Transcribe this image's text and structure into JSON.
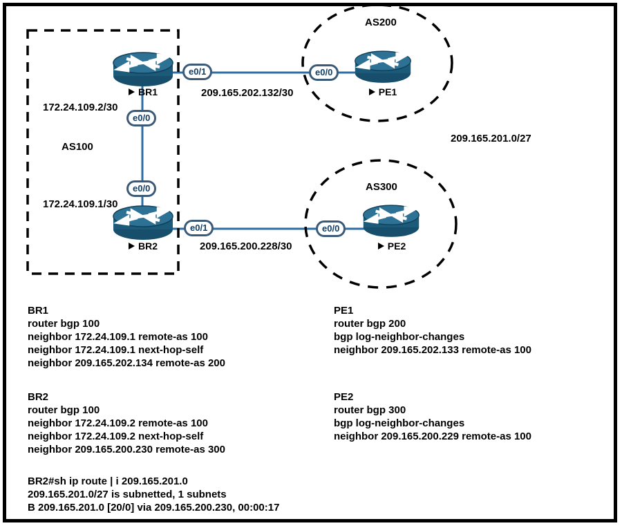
{
  "diagram": {
    "zones": {
      "as100": "AS100",
      "as200": "AS200",
      "as300": "AS300"
    },
    "routers": {
      "br1": "BR1",
      "br2": "BR2",
      "pe1": "PE1",
      "pe2": "PE2"
    },
    "ports": {
      "br1_e01": "e0/1",
      "br1_e00": "e0/0",
      "br2_e00": "e0/0",
      "br2_e01": "e0/1",
      "pe1_e00": "e0/0",
      "pe2_e00": "e0/0"
    },
    "links": {
      "br1_pe1": "209.165.202.132/30",
      "br2_pe2": "209.165.200.228/30",
      "br1_br2_top": "172.24.109.2/30",
      "br1_br2_bottom": "172.24.109.1/30"
    },
    "external_network": "209.165.201.0/27"
  },
  "configs": {
    "br1": {
      "title": "BR1",
      "lines": [
        "router bgp 100",
        "neighbor 172.24.109.1 remote-as 100",
        "neighbor 172.24.109.1 next-hop-self",
        "neighbor 209.165.202.134 remote-as 200"
      ]
    },
    "pe1": {
      "title": "PE1",
      "lines": [
        "router bgp 200",
        "bgp log-neighbor-changes",
        "neighbor 209.165.202.133 remote-as 100"
      ]
    },
    "br2": {
      "title": "BR2",
      "lines": [
        "router bgp 100",
        "neighbor 172.24.109.2 remote-as 100",
        "neighbor 172.24.109.2 next-hop-self",
        "neighbor 209.165.200.230 remote-as 300"
      ]
    },
    "pe2": {
      "title": "PE2",
      "lines": [
        "router bgp 300",
        "bgp log-neighbor-changes",
        "neighbor 209.165.200.229 remote-as 100"
      ]
    }
  },
  "route_output": {
    "lines": [
      "BR2#sh ip route | i 209.165.201.0",
      "209.165.201.0/27 is subnetted, 1 subnets",
      "B 209.165.201.0 [20/0] via 209.165.200.230, 00:00:17"
    ]
  },
  "colors": {
    "router_body": "#1c5a7a",
    "router_top": "#2d7194",
    "link_line": "#2e6da4",
    "port_border": "#3a5a78",
    "port_text": "#123e66",
    "outline": "#000000",
    "background": "#ffffff"
  }
}
